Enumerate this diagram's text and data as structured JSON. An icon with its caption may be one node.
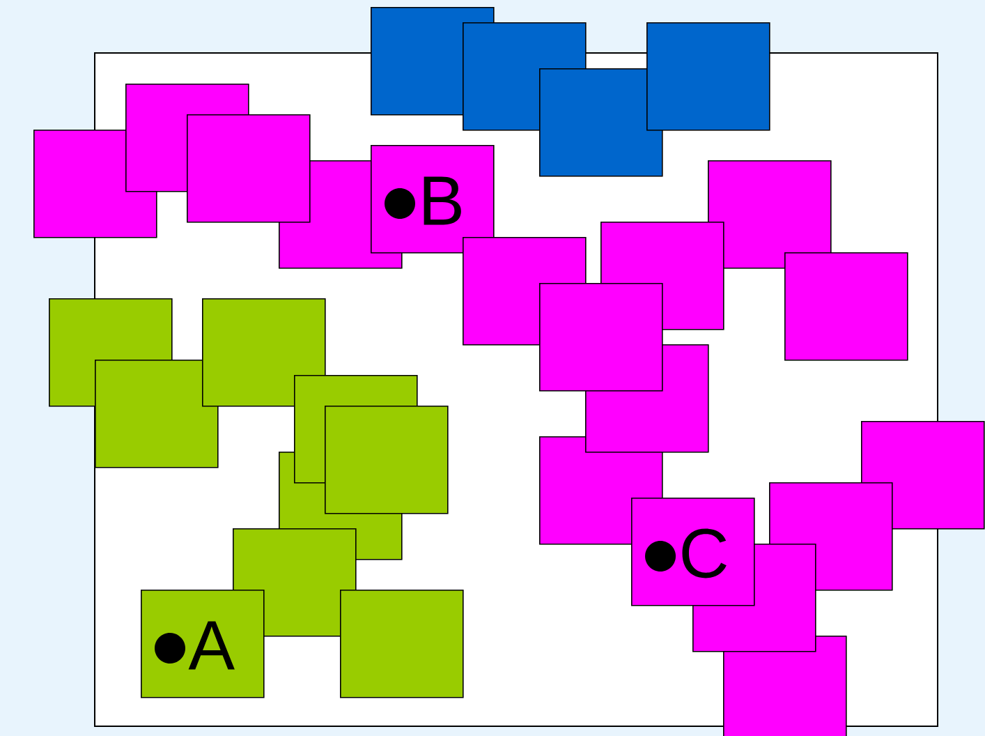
{
  "diagram": {
    "nodes": [
      {
        "text": [],
        "shape": "box"
      },
      {
        "text": [],
        "shape": "box"
      },
      {
        "text": [],
        "shape": "box"
      },
      {
        "text": [],
        "shape": "box"
      },
      {
        "text": [],
        "shape": "box"
      },
      {
        "text": [],
        "shape": "box"
      },
      {
        "text": [],
        "shape": "box"
      },
      {
        "text": [],
        "shape": "box"
      },
      {
        "text": [
          "B"
        ]
      },
      {
        "text": [],
        "shape": "box"
      },
      {
        "text": [],
        "shape": "box"
      },
      {
        "text": [],
        "shape": "box"
      },
      {
        "text": [],
        "shape": "box"
      },
      {
        "text": [],
        "shape": "box"
      },
      {
        "text": [],
        "shape": "box"
      },
      {
        "text": [],
        "shape": "box"
      },
      {
        "text": [],
        "shape": "box"
      },
      {
        "text": [],
        "shape": "box"
      },
      {
        "text": [],
        "shape": "box"
      },
      {
        "text": [],
        "shape": "box"
      },
      {
        "text": [
          "C"
        ]
      },
      {
        "text": [],
        "shape": "box"
      },
      {
        "text": [],
        "shape": "box"
      },
      {
        "text": [],
        "shape": "box"
      },
      {
        "text": [],
        "shape": "box"
      },
      {
        "text": [],
        "shape": "box"
      },
      {
        "text": [],
        "shape": "box"
      },
      {
        "text": [],
        "shape": "box"
      },
      {
        "text": [],
        "shape": "box"
      },
      {
        "text": [
          "A"
        ]
      }
    ]
  }
}
